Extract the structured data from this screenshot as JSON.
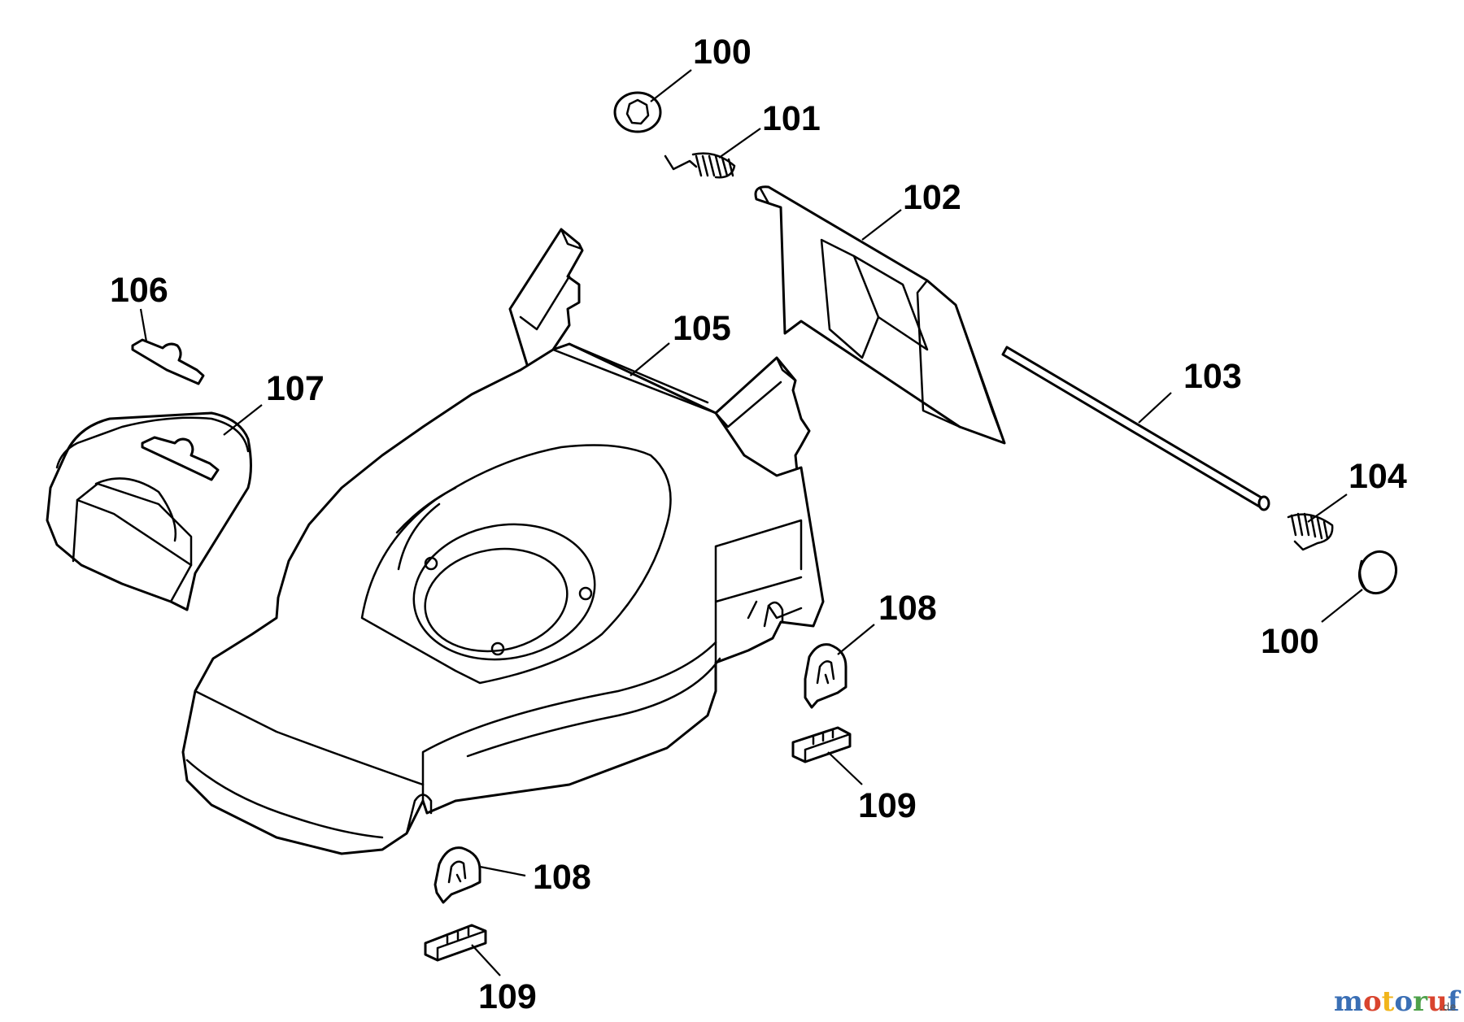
{
  "diagram": {
    "callouts": {
      "c100_top": "100",
      "c101": "101",
      "c102": "102",
      "c103": "103",
      "c104": "104",
      "c100_right": "100",
      "c105": "105",
      "c106": "106",
      "c107": "107",
      "c108_right": "108",
      "c109_right": "109",
      "c108_bottom": "108",
      "c109_bottom": "109"
    }
  },
  "watermark": {
    "letters": [
      "m",
      "o",
      "t",
      "o",
      "r",
      "u",
      "f"
    ],
    "letter_colors": [
      "#3a6fb5",
      "#d9442e",
      "#f1b51c",
      "#3a6fb5",
      "#4ea14a",
      "#d9442e",
      "#3a6fb5"
    ],
    "suffix": ".de"
  }
}
